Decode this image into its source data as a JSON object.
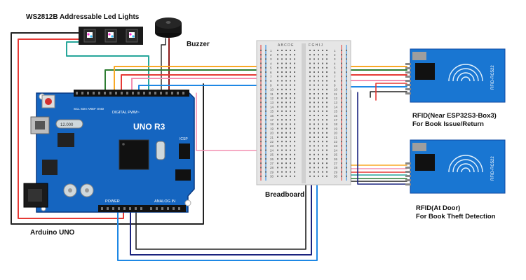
{
  "labels": {
    "led_strip": "WS2812B Addressable Led Lights",
    "buzzer": "Buzzer",
    "breadboard": "Breadboard",
    "arduino": "Arduino UNO",
    "rfid1_line1": "RFID(Near ESP32S3-Box3)",
    "rfid1_line2": "For Book Issue/Return",
    "rfid2_line1": "RFID(At Door)",
    "rfid2_line2": "For Book Theft Detection"
  },
  "board_text": {
    "model": "UNO R3",
    "digital": "DIGITAL PWM~",
    "power": "POWER",
    "analog": "ANALOG IN",
    "crystal": "12.000",
    "scl_sda": "SCL SDA AREF GND",
    "icsp": "ICSP"
  },
  "rfid_text": {
    "module": "RFID-RC522"
  },
  "breadboard_text": {
    "cols_left": "A B C D E",
    "cols_right": "F G H I J",
    "row_numbers": [
      "1",
      "2",
      "3",
      "4",
      "5",
      "6",
      "7",
      "8",
      "9",
      "10",
      "11",
      "12",
      "13",
      "14",
      "15",
      "16",
      "17",
      "18",
      "19",
      "20",
      "21",
      "22",
      "23",
      "24",
      "25",
      "26",
      "27",
      "28",
      "29",
      "30"
    ]
  },
  "colors": {
    "board": "#1565c0",
    "board_dark": "#0d47a1",
    "rfid": "#1976d2",
    "breadboard": "#e6e6e6",
    "wire_red": "#e53935",
    "wire_black": "#222222",
    "wire_green": "#2e7d32",
    "wire_yellow": "#f9a825",
    "wire_blue": "#1e88e5",
    "wire_teal": "#26a69a",
    "wire_pink": "#f48fb1",
    "wire_navy": "#1a237e",
    "wire_maroon": "#8b1a1a"
  },
  "icons": [
    "led-pixel-icon",
    "buzzer-icon",
    "antenna-coil-icon",
    "reset-button-icon",
    "usb-port-icon",
    "dc-jack-icon"
  ]
}
